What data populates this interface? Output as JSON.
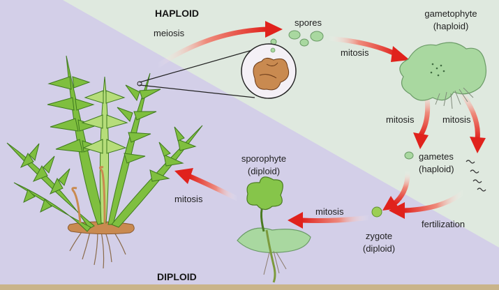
{
  "labels": {
    "haploid": "HAPLOID",
    "diploid": "DIPLOID",
    "meiosis": "meiosis",
    "spores": "spores",
    "mitosis_1": "mitosis",
    "gametophyte_line1": "gametophyte",
    "gametophyte_line2": "(haploid)",
    "mitosis_left": "mitosis",
    "mitosis_right": "mitosis",
    "gametes_line1": "gametes",
    "gametes_line2": "(haploid)",
    "fertilization": "fertilization",
    "zygote_line1": "zygote",
    "zygote_line2": "(diploid)",
    "mitosis_zygote": "mitosis",
    "sporophyte_line1": "sporophyte",
    "sporophyte_line2": "(diploid)",
    "mitosis_sporophyte": "mitosis"
  },
  "colors": {
    "haploid_bg": "#dfe9df",
    "diploid_bg": "#d3cfe8",
    "arrow": "#e0221c",
    "plant_green": "#7fbf3f",
    "gametophyte_green": "#a9d8a0",
    "sporangium_brown": "#c98a50",
    "bottom_bar": "#c9b48a"
  }
}
